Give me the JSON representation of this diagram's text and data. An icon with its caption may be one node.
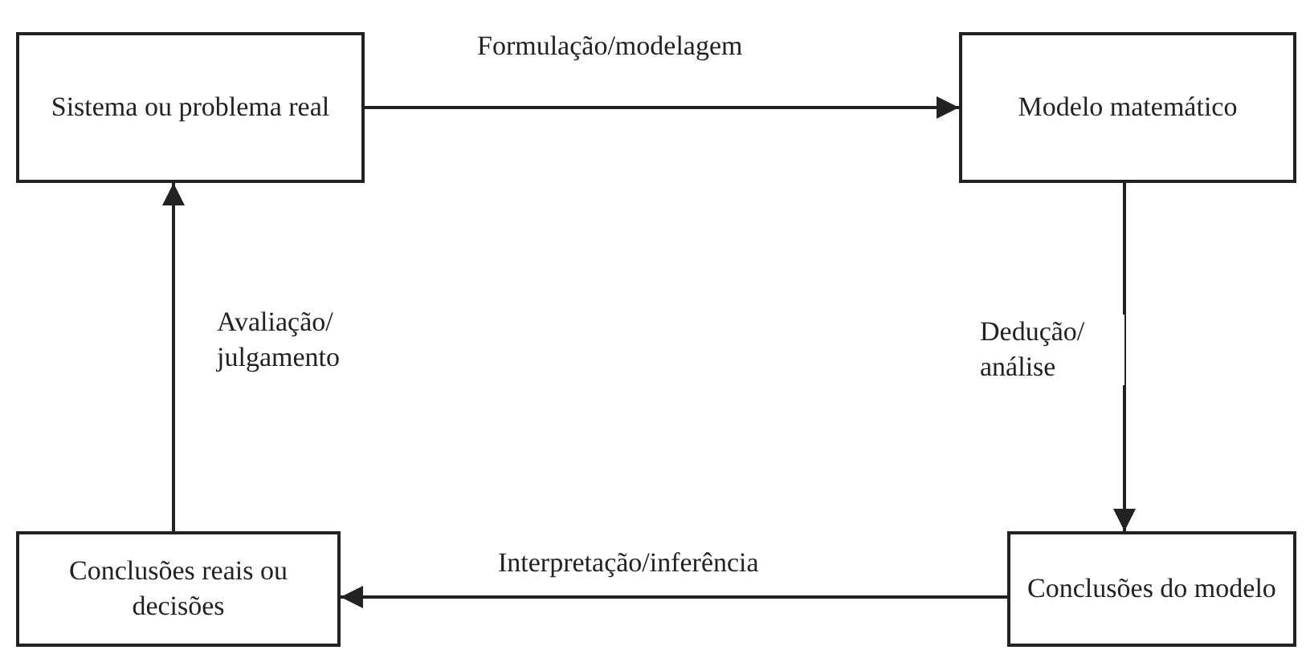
{
  "diagram": {
    "nodes": [
      {
        "text": [
          "Sistema ou problema real"
        ]
      },
      {
        "text": [
          "Modelo matemático"
        ]
      },
      {
        "text": [
          "Conclusões do modelo"
        ]
      },
      {
        "text": [
          "Conclusões reais ou decisões"
        ]
      }
    ],
    "edges": [
      {
        "from": 0,
        "to": 1,
        "arrow": "to",
        "label": "Formulação/modelagem"
      },
      {
        "from": 1,
        "to": 2,
        "arrow": "to",
        "label": "Dedução/ análise"
      },
      {
        "from": 2,
        "to": 3,
        "arrow": "to",
        "label": "Interpretação/inferência"
      },
      {
        "from": 3,
        "to": 0,
        "arrow": "to",
        "label": "Avaliação/ julgamento"
      }
    ]
  }
}
